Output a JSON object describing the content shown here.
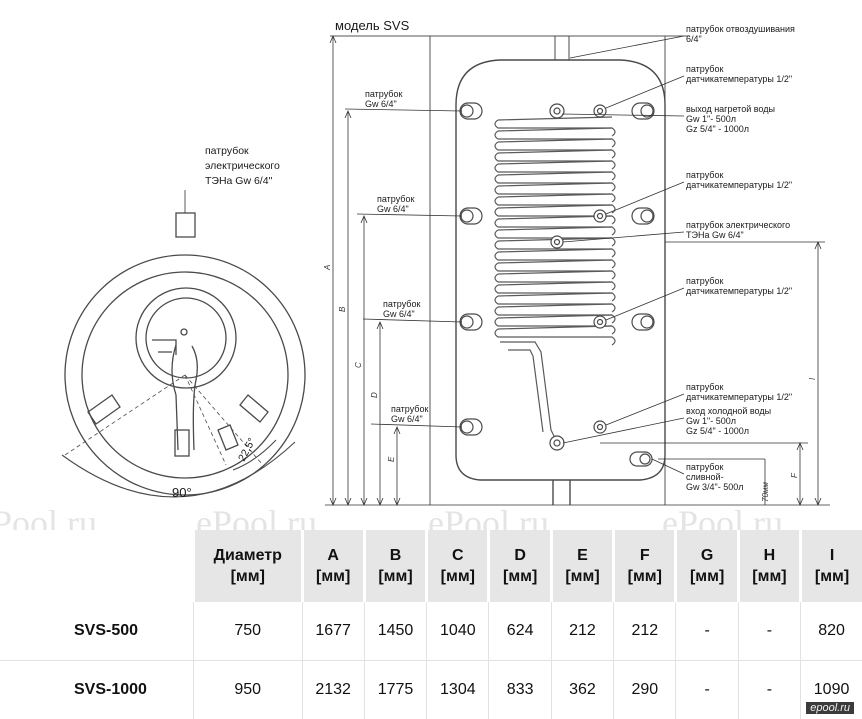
{
  "model_title": "модель SVS",
  "watermarks": [
    "Pool.ru",
    "ePool.ru",
    "ePool.ru",
    "ePool.ru",
    "ePool.ru"
  ],
  "corner_logo": "epool.ru",
  "top_view": {
    "heater_label": [
      "патрубок",
      "электрического",
      "ТЭНа  Gw 6/4\""
    ],
    "angle_small": "22,5°",
    "angle_large": "90°"
  },
  "left_labels": [
    [
      "патрубок",
      "Gw 6/4\""
    ],
    [
      "патрубок",
      "Gw 6/4\""
    ],
    [
      "патрубок",
      "Gw 6/4\""
    ],
    [
      "патрубок",
      "Gw 6/4\""
    ]
  ],
  "right_labels": [
    [
      "патрубок  отвоздушивания",
      "6/4\""
    ],
    [
      "патрубок",
      "датчикатемпературы 1/2\""
    ],
    [
      "выход нагретой воды",
      "Gw 1\"- 500л",
      "Gz 5/4\" - 1000л"
    ],
    [
      "патрубок",
      "датчикатемпературы 1/2\""
    ],
    [
      "патрубок электрического",
      "ТЭНа Gw 6/4\""
    ],
    [
      "патрубок",
      "датчикатемпературы 1/2\""
    ],
    [
      "патрубок",
      "датчикатемпературы 1/2\""
    ],
    [
      "вход холодной воды",
      "Gw 1\"- 500л",
      "Gz 5/4\" - 1000л"
    ],
    [
      "патрубок",
      "сливной-",
      "Gw 3/4\"- 500л"
    ]
  ],
  "dim_letters": [
    "A",
    "B",
    "C",
    "D",
    "E",
    "F",
    "I"
  ],
  "dim_70": "70мм",
  "table": {
    "headers": [
      [
        "",
        ""
      ],
      [
        "Диаметр",
        "[мм]"
      ],
      [
        "A",
        "[мм]"
      ],
      [
        "B",
        "[мм]"
      ],
      [
        "C",
        "[мм]"
      ],
      [
        "D",
        "[мм]"
      ],
      [
        "E",
        "[мм]"
      ],
      [
        "F",
        "[мм]"
      ],
      [
        "G",
        "[мм]"
      ],
      [
        "H",
        "[мм]"
      ],
      [
        "I",
        "[мм]"
      ]
    ],
    "rows": [
      [
        "SVS-500",
        "750",
        "1677",
        "1450",
        "1040",
        "624",
        "212",
        "212",
        "-",
        "-",
        "820"
      ],
      [
        "SVS-1000",
        "950",
        "2132",
        "1775",
        "1304",
        "833",
        "362",
        "290",
        "-",
        "-",
        "1090"
      ]
    ]
  }
}
